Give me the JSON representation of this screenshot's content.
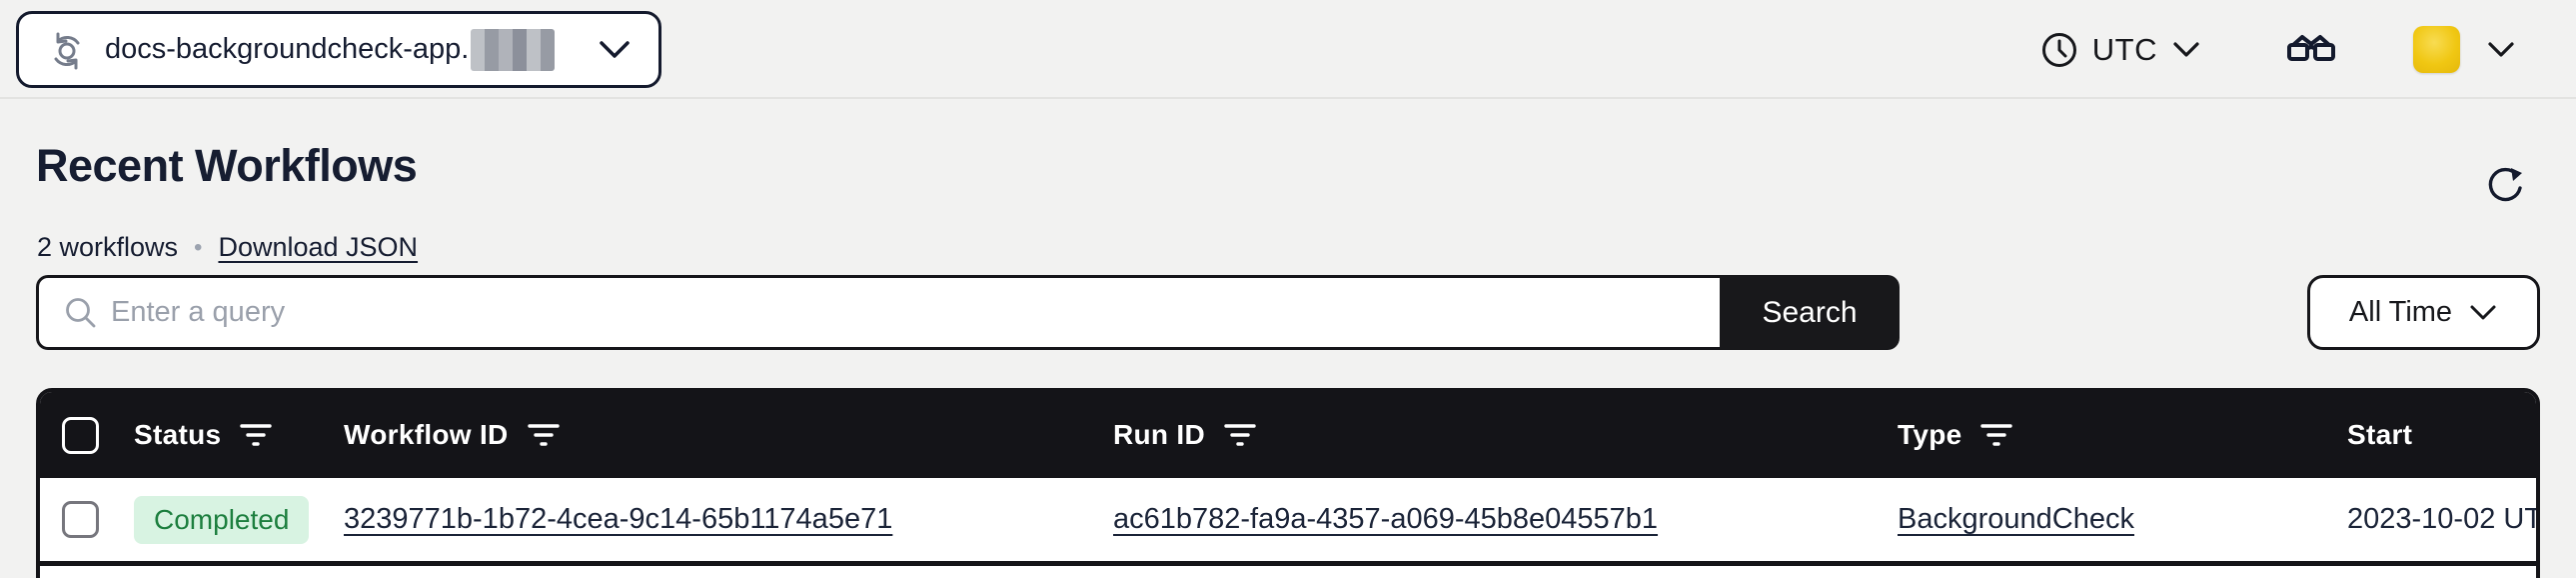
{
  "topbar": {
    "namespace": {
      "label": "docs-backgroundcheck-app.",
      "suffix_redacted": true
    },
    "timezone": {
      "label": "UTC"
    }
  },
  "header": {
    "title": "Recent Workflows",
    "count_text": "2 workflows",
    "separator": "•",
    "download_link": "Download JSON"
  },
  "search": {
    "placeholder": "Enter a query",
    "value": "",
    "button_label": "Search",
    "time_filter_label": "All Time"
  },
  "table": {
    "columns": [
      {
        "label": "Status",
        "has_filter": true
      },
      {
        "label": "Workflow ID",
        "has_filter": true
      },
      {
        "label": "Run ID",
        "has_filter": true
      },
      {
        "label": "Type",
        "has_filter": true
      },
      {
        "label": "Start",
        "has_filter": false
      }
    ],
    "rows": [
      {
        "status": "Completed",
        "workflow_id": "3239771b-1b72-4cea-9c14-65b1174a5e71",
        "run_id": "ac61b782-fa9a-4357-a069-45b8e04557b1",
        "type": "BackgroundCheck",
        "start": "2023-10-02 UT"
      }
    ]
  },
  "colors": {
    "page_bg": "#f2f2f1",
    "ink": "#161d31",
    "table_header_bg": "#141418",
    "search_button_bg": "#18181b",
    "status_completed_bg": "#d8f3e2",
    "status_completed_text": "#1d7f3f",
    "avatar_yellow": "#f0c713",
    "placeholder_gray": "#9aa0ab"
  }
}
